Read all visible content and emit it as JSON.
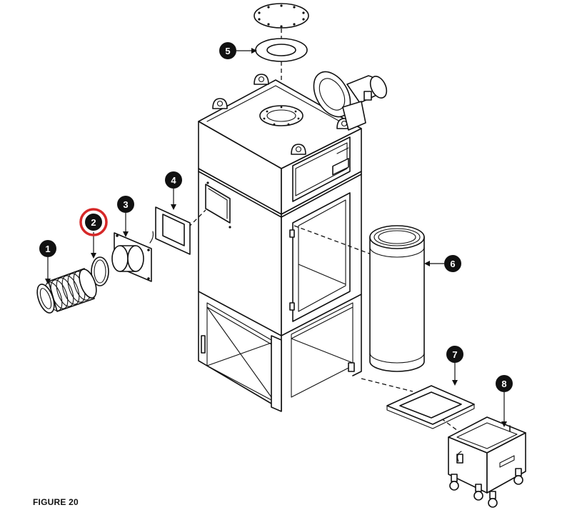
{
  "caption": "FIGURE 20",
  "callouts": [
    {
      "id": "1",
      "label": "1"
    },
    {
      "id": "2",
      "label": "2",
      "highlighted": true
    },
    {
      "id": "3",
      "label": "3"
    },
    {
      "id": "4",
      "label": "4"
    },
    {
      "id": "5",
      "label": "5"
    },
    {
      "id": "6",
      "label": "6"
    },
    {
      "id": "7",
      "label": "7"
    },
    {
      "id": "8",
      "label": "8"
    }
  ],
  "colors": {
    "line": "#111111",
    "background": "#ffffff",
    "highlight_ring": "#d62828",
    "callout_fill": "#111111",
    "callout_text": "#ffffff"
  }
}
